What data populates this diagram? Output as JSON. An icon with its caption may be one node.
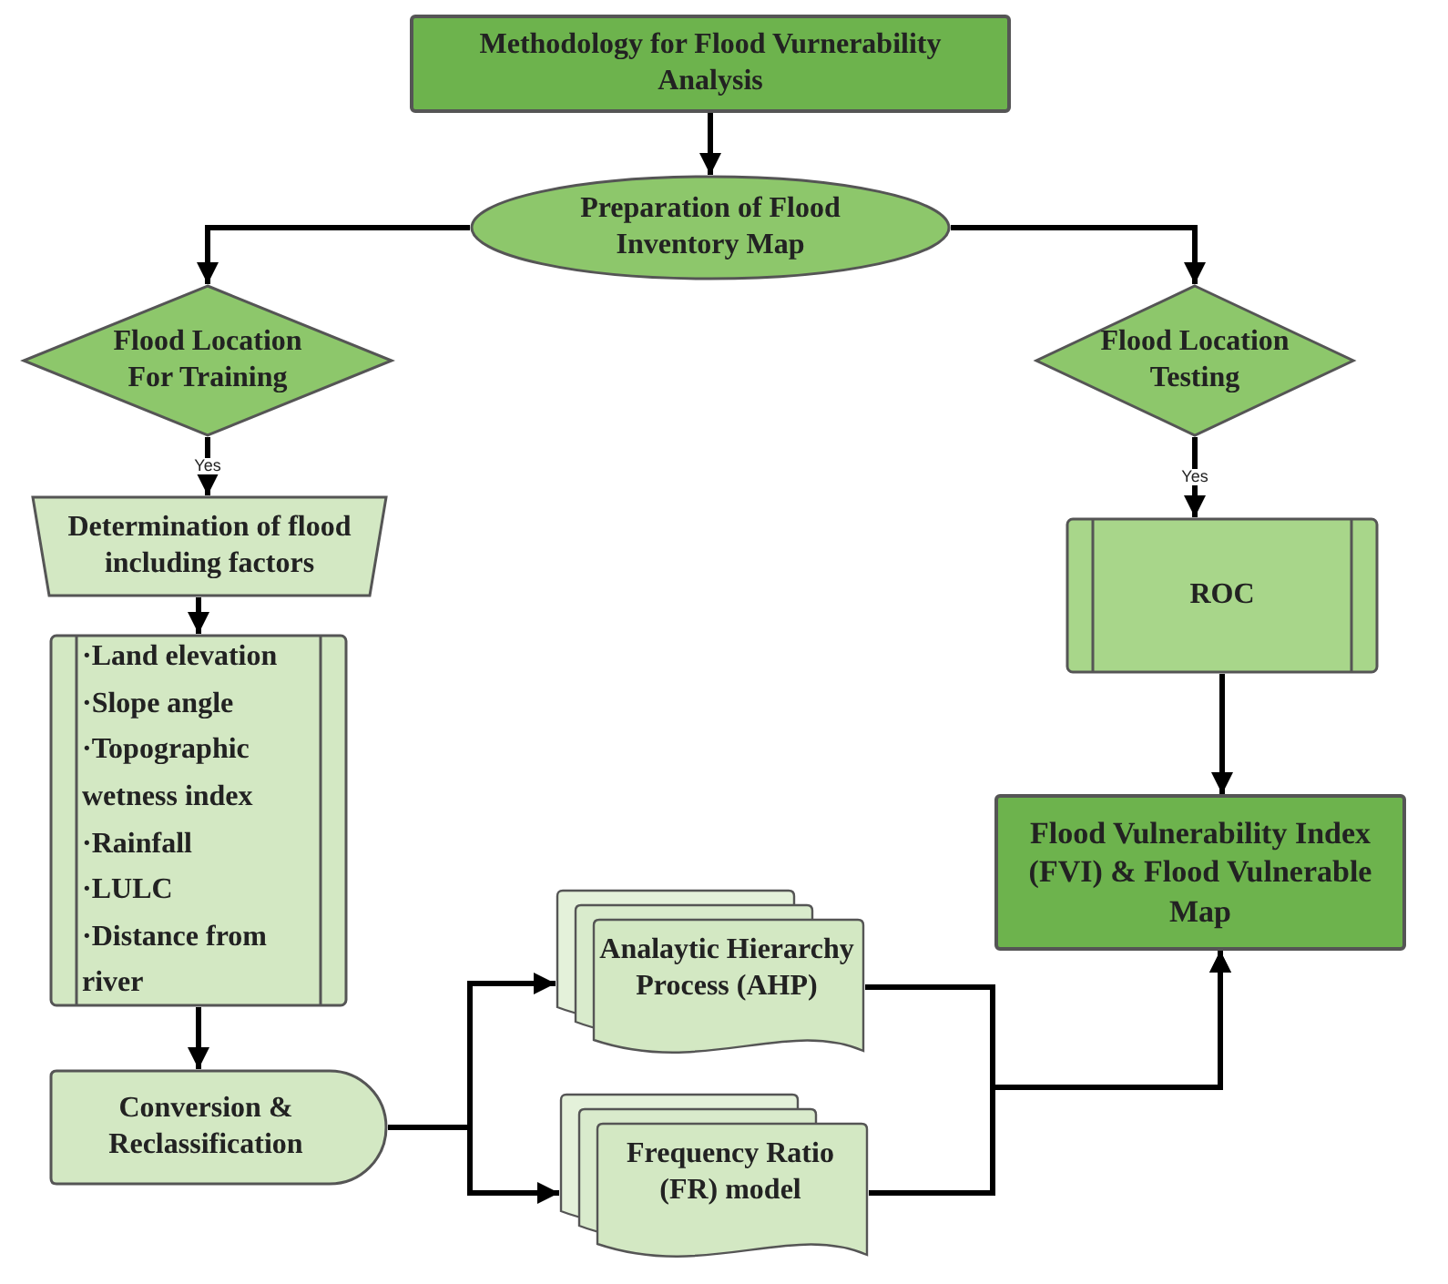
{
  "diagram": {
    "nodes": [
      {
        "text": [
          "Methodology for Flood Vurnerability Analysis"
        ]
      },
      {
        "text": [
          "Preparation of Flood Inventory Map"
        ]
      },
      {
        "text": [
          "Flood Location For Training"
        ]
      },
      {
        "text": [
          "Flood Location Testing"
        ]
      },
      {
        "text": [
          "Determination of flood including factors"
        ]
      },
      {
        "text": [
          "·Land elevation",
          "·Slope angle",
          "·Topographic wetness index",
          "·Rainfall",
          "·LULC",
          "·Distance from river"
        ]
      },
      {
        "text": [
          "Conversion & Reclassification"
        ]
      },
      {
        "text": [
          "Analaytic Hierarchy Process (AHP)"
        ]
      },
      {
        "text": [
          "Frequency Ratio (FR) model"
        ]
      },
      {
        "text": [
          "ROC"
        ]
      },
      {
        "text": [
          "Flood Vulnerability Index (FVI) & Flood Vulnerable Map"
        ]
      }
    ],
    "edges": [
      {
        "from": 0,
        "to": 1,
        "arrow": "to"
      },
      {
        "from": 1,
        "to": 2,
        "arrow": "to"
      },
      {
        "from": 1,
        "to": 3,
        "arrow": "to"
      },
      {
        "from": 2,
        "to": 4,
        "arrow": "to",
        "label": "Yes"
      },
      {
        "from": 3,
        "to": 9,
        "arrow": "to",
        "label": "Yes"
      },
      {
        "from": 4,
        "to": 5,
        "arrow": "to"
      },
      {
        "from": 5,
        "to": 6,
        "arrow": "to"
      },
      {
        "from": 6,
        "to": 7,
        "arrow": "to"
      },
      {
        "from": 6,
        "to": 8,
        "arrow": "to"
      },
      {
        "from": 9,
        "to": 10,
        "arrow": "to"
      },
      {
        "from": 7,
        "to": 10,
        "arrow": "to"
      },
      {
        "from": 8,
        "to": 10,
        "arrow": "to"
      }
    ]
  }
}
